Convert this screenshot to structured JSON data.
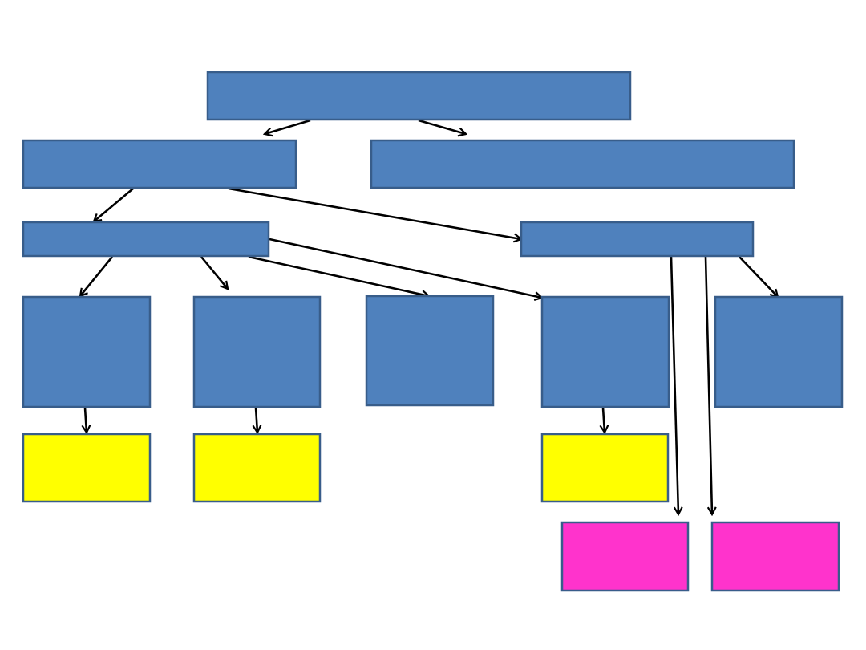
{
  "diagram": {
    "type": "hierarchy",
    "nodes": [
      {
        "id": "root",
        "label": "",
        "color": "#4f81bd"
      },
      {
        "id": "level1-left",
        "label": "",
        "color": "#4f81bd"
      },
      {
        "id": "level1-right",
        "label": "",
        "color": "#4f81bd"
      },
      {
        "id": "level2-left",
        "label": "",
        "color": "#4f81bd"
      },
      {
        "id": "level2-right",
        "label": "",
        "color": "#4f81bd"
      },
      {
        "id": "level3-box-1",
        "label": "",
        "color": "#4f81bd"
      },
      {
        "id": "level3-box-2",
        "label": "",
        "color": "#4f81bd"
      },
      {
        "id": "level3-box-3",
        "label": "",
        "color": "#4f81bd"
      },
      {
        "id": "level3-box-4",
        "label": "",
        "color": "#4f81bd"
      },
      {
        "id": "level3-box-5",
        "label": "",
        "color": "#4f81bd"
      },
      {
        "id": "level4-yellow-1",
        "label": "",
        "color": "#ffff00"
      },
      {
        "id": "level4-yellow-2",
        "label": "",
        "color": "#ffff00"
      },
      {
        "id": "level4-yellow-3",
        "label": "",
        "color": "#ffff00"
      },
      {
        "id": "level5-pink-1",
        "label": "",
        "color": "#ff33cc"
      },
      {
        "id": "level5-pink-2",
        "label": "",
        "color": "#ff33cc"
      }
    ],
    "edges": [
      {
        "from": "root",
        "to": "level1-left"
      },
      {
        "from": "root",
        "to": "level1-right"
      },
      {
        "from": "level1-left",
        "to": "level2-left"
      },
      {
        "from": "level1-left",
        "to": "level2-right"
      },
      {
        "from": "level2-left",
        "to": "level3-box-1"
      },
      {
        "from": "level2-left",
        "to": "level3-box-2"
      },
      {
        "from": "level2-left",
        "to": "level3-box-3"
      },
      {
        "from": "level2-left",
        "to": "level3-box-4"
      },
      {
        "from": "level2-right",
        "to": "level3-box-5"
      },
      {
        "from": "level2-right",
        "to": "level5-pink-1"
      },
      {
        "from": "level2-right",
        "to": "level5-pink-2"
      },
      {
        "from": "level3-box-1",
        "to": "level4-yellow-1"
      },
      {
        "from": "level3-box-2",
        "to": "level4-yellow-2"
      },
      {
        "from": "level3-box-4",
        "to": "level4-yellow-3"
      }
    ]
  }
}
